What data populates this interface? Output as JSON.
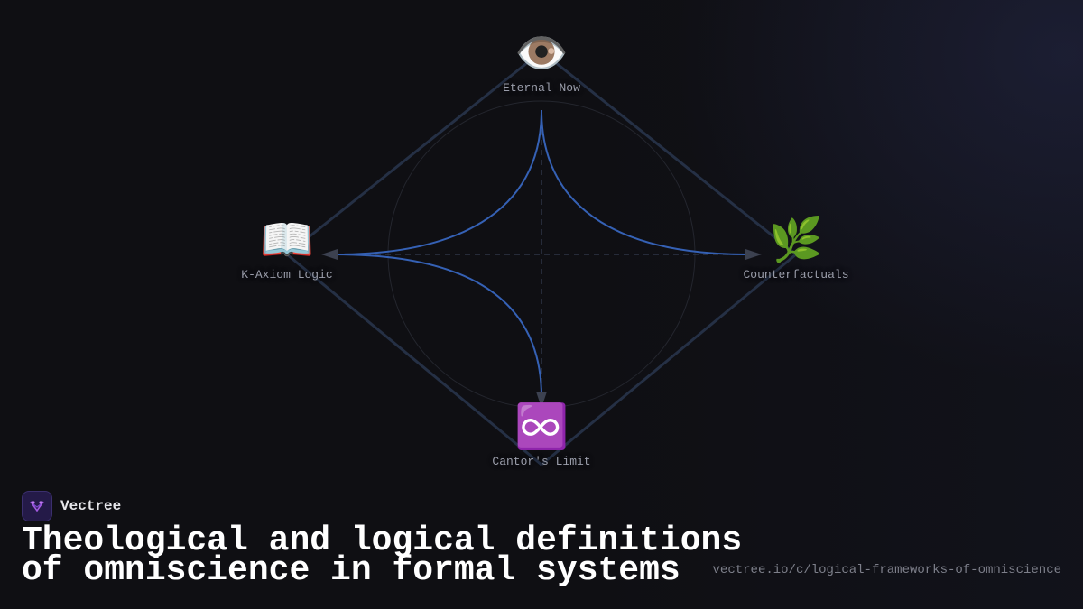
{
  "brand": {
    "name": "Vectree"
  },
  "title": {
    "line1": "Theological and logical definitions",
    "line2": "of omniscience in formal systems"
  },
  "url": "vectree.io/c/logical-frameworks-of-omniscience",
  "nodes": {
    "top": {
      "icon": "👁️",
      "icon_name": "eye-icon",
      "label": "Eternal Now"
    },
    "left": {
      "icon": "📖",
      "icon_name": "open-book-icon",
      "label": "K-Axiom Logic"
    },
    "right": {
      "icon": "🌿",
      "icon_name": "herb-icon",
      "label": "Counterfactuals"
    },
    "bottom": {
      "icon": "♾️",
      "icon_name": "infinity-icon",
      "label": "Cantor's Limit"
    }
  },
  "colors": {
    "background": "#0f0f13",
    "curve": "#3561b5",
    "diamond": "#253045",
    "arrow": "#3c4150",
    "brand_logo": "#241a48",
    "brand_accent": "#a35ae0"
  }
}
